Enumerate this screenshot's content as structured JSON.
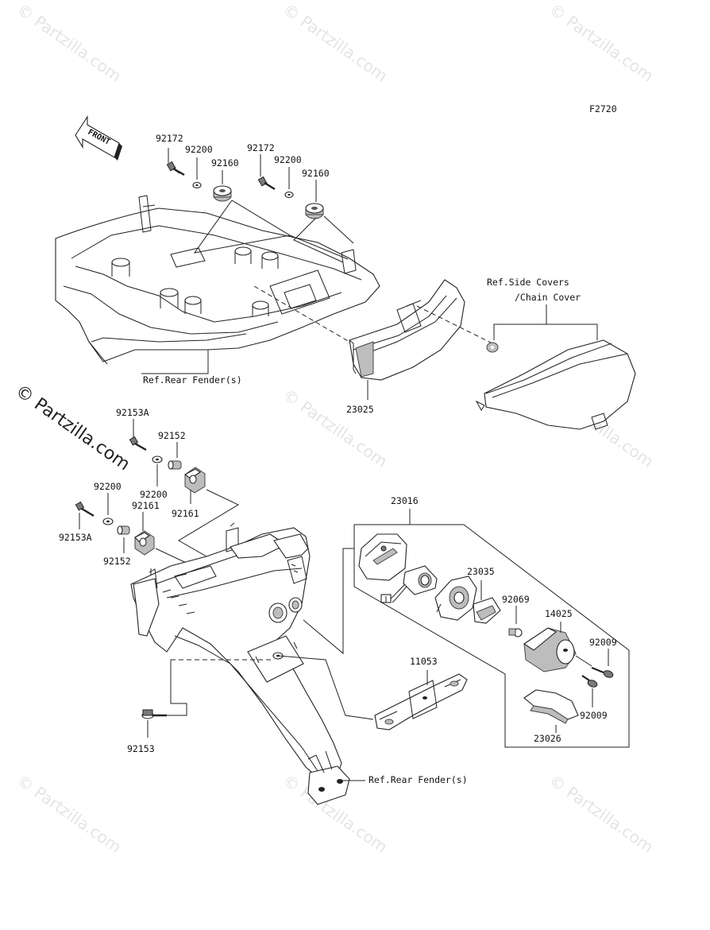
{
  "figure_code": "F2720",
  "front_label": "FRONT",
  "watermark": "© Partzilla.com",
  "side_watermark": "© Partzilla.com",
  "labels": {
    "p92172a": "92172",
    "p92200a": "92200",
    "p92160a": "92160",
    "p92172b": "92172",
    "p92200b": "92200",
    "p92160b": "92160",
    "ref_side_covers_1": "Ref.Side Covers",
    "ref_side_covers_2": "/Chain Cover",
    "ref_rear_fender_top": "Ref.Rear Fender(s)",
    "p23025": "23025",
    "p92153A_top": "92153A",
    "p92152_top": "92152",
    "p92200c": "92200",
    "p92200d": "92200",
    "p92161a": "92161",
    "p92161b": "92161",
    "p92153A_bot": "92153A",
    "p92152_bot": "92152",
    "p23016": "23016",
    "p23035": "23035",
    "p92069": "92069",
    "p14025": "14025",
    "p92009a": "92009",
    "p92009b": "92009",
    "p11053": "11053",
    "p23026": "23026",
    "p92153": "92153",
    "ref_rear_fender_bot": "Ref.Rear Fender(s)"
  }
}
